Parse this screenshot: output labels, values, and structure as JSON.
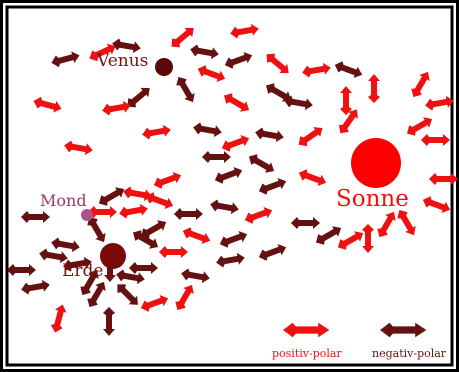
{
  "colors": {
    "positive": "#ee1111",
    "negative": "#661111",
    "sun": "#ff0000",
    "earth": "#7a0a0a",
    "venus": "#5a0a0a",
    "moon": "#b0508a",
    "frame": "#000000"
  },
  "bodies": {
    "venus": "Venus",
    "mond": "Mond",
    "erde": "Erde",
    "sonne": "Sonne"
  },
  "legend": {
    "positive": "positiv-polar",
    "negative": "negativ-polar"
  }
}
